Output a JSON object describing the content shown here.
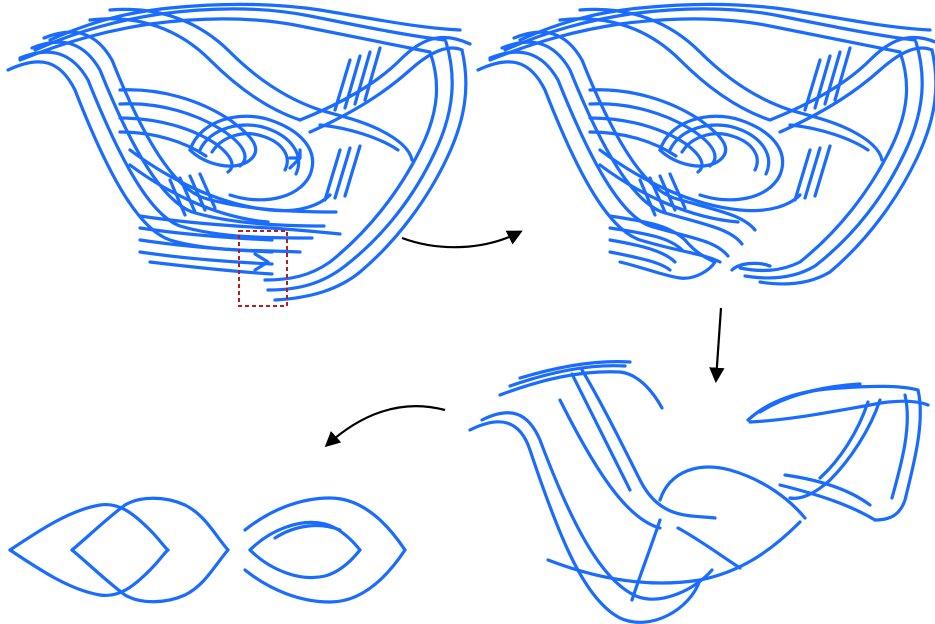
{
  "colors": {
    "strand": "#1a6cff",
    "arrow": "#000000",
    "highlight": "#c0181f",
    "background": "#ffffff"
  },
  "panels": [
    {
      "id": "panel-1",
      "description_visible": false
    },
    {
      "id": "panel-2",
      "description_visible": false
    },
    {
      "id": "panel-3",
      "description_visible": false
    },
    {
      "id": "panel-4",
      "description_visible": false
    }
  ]
}
